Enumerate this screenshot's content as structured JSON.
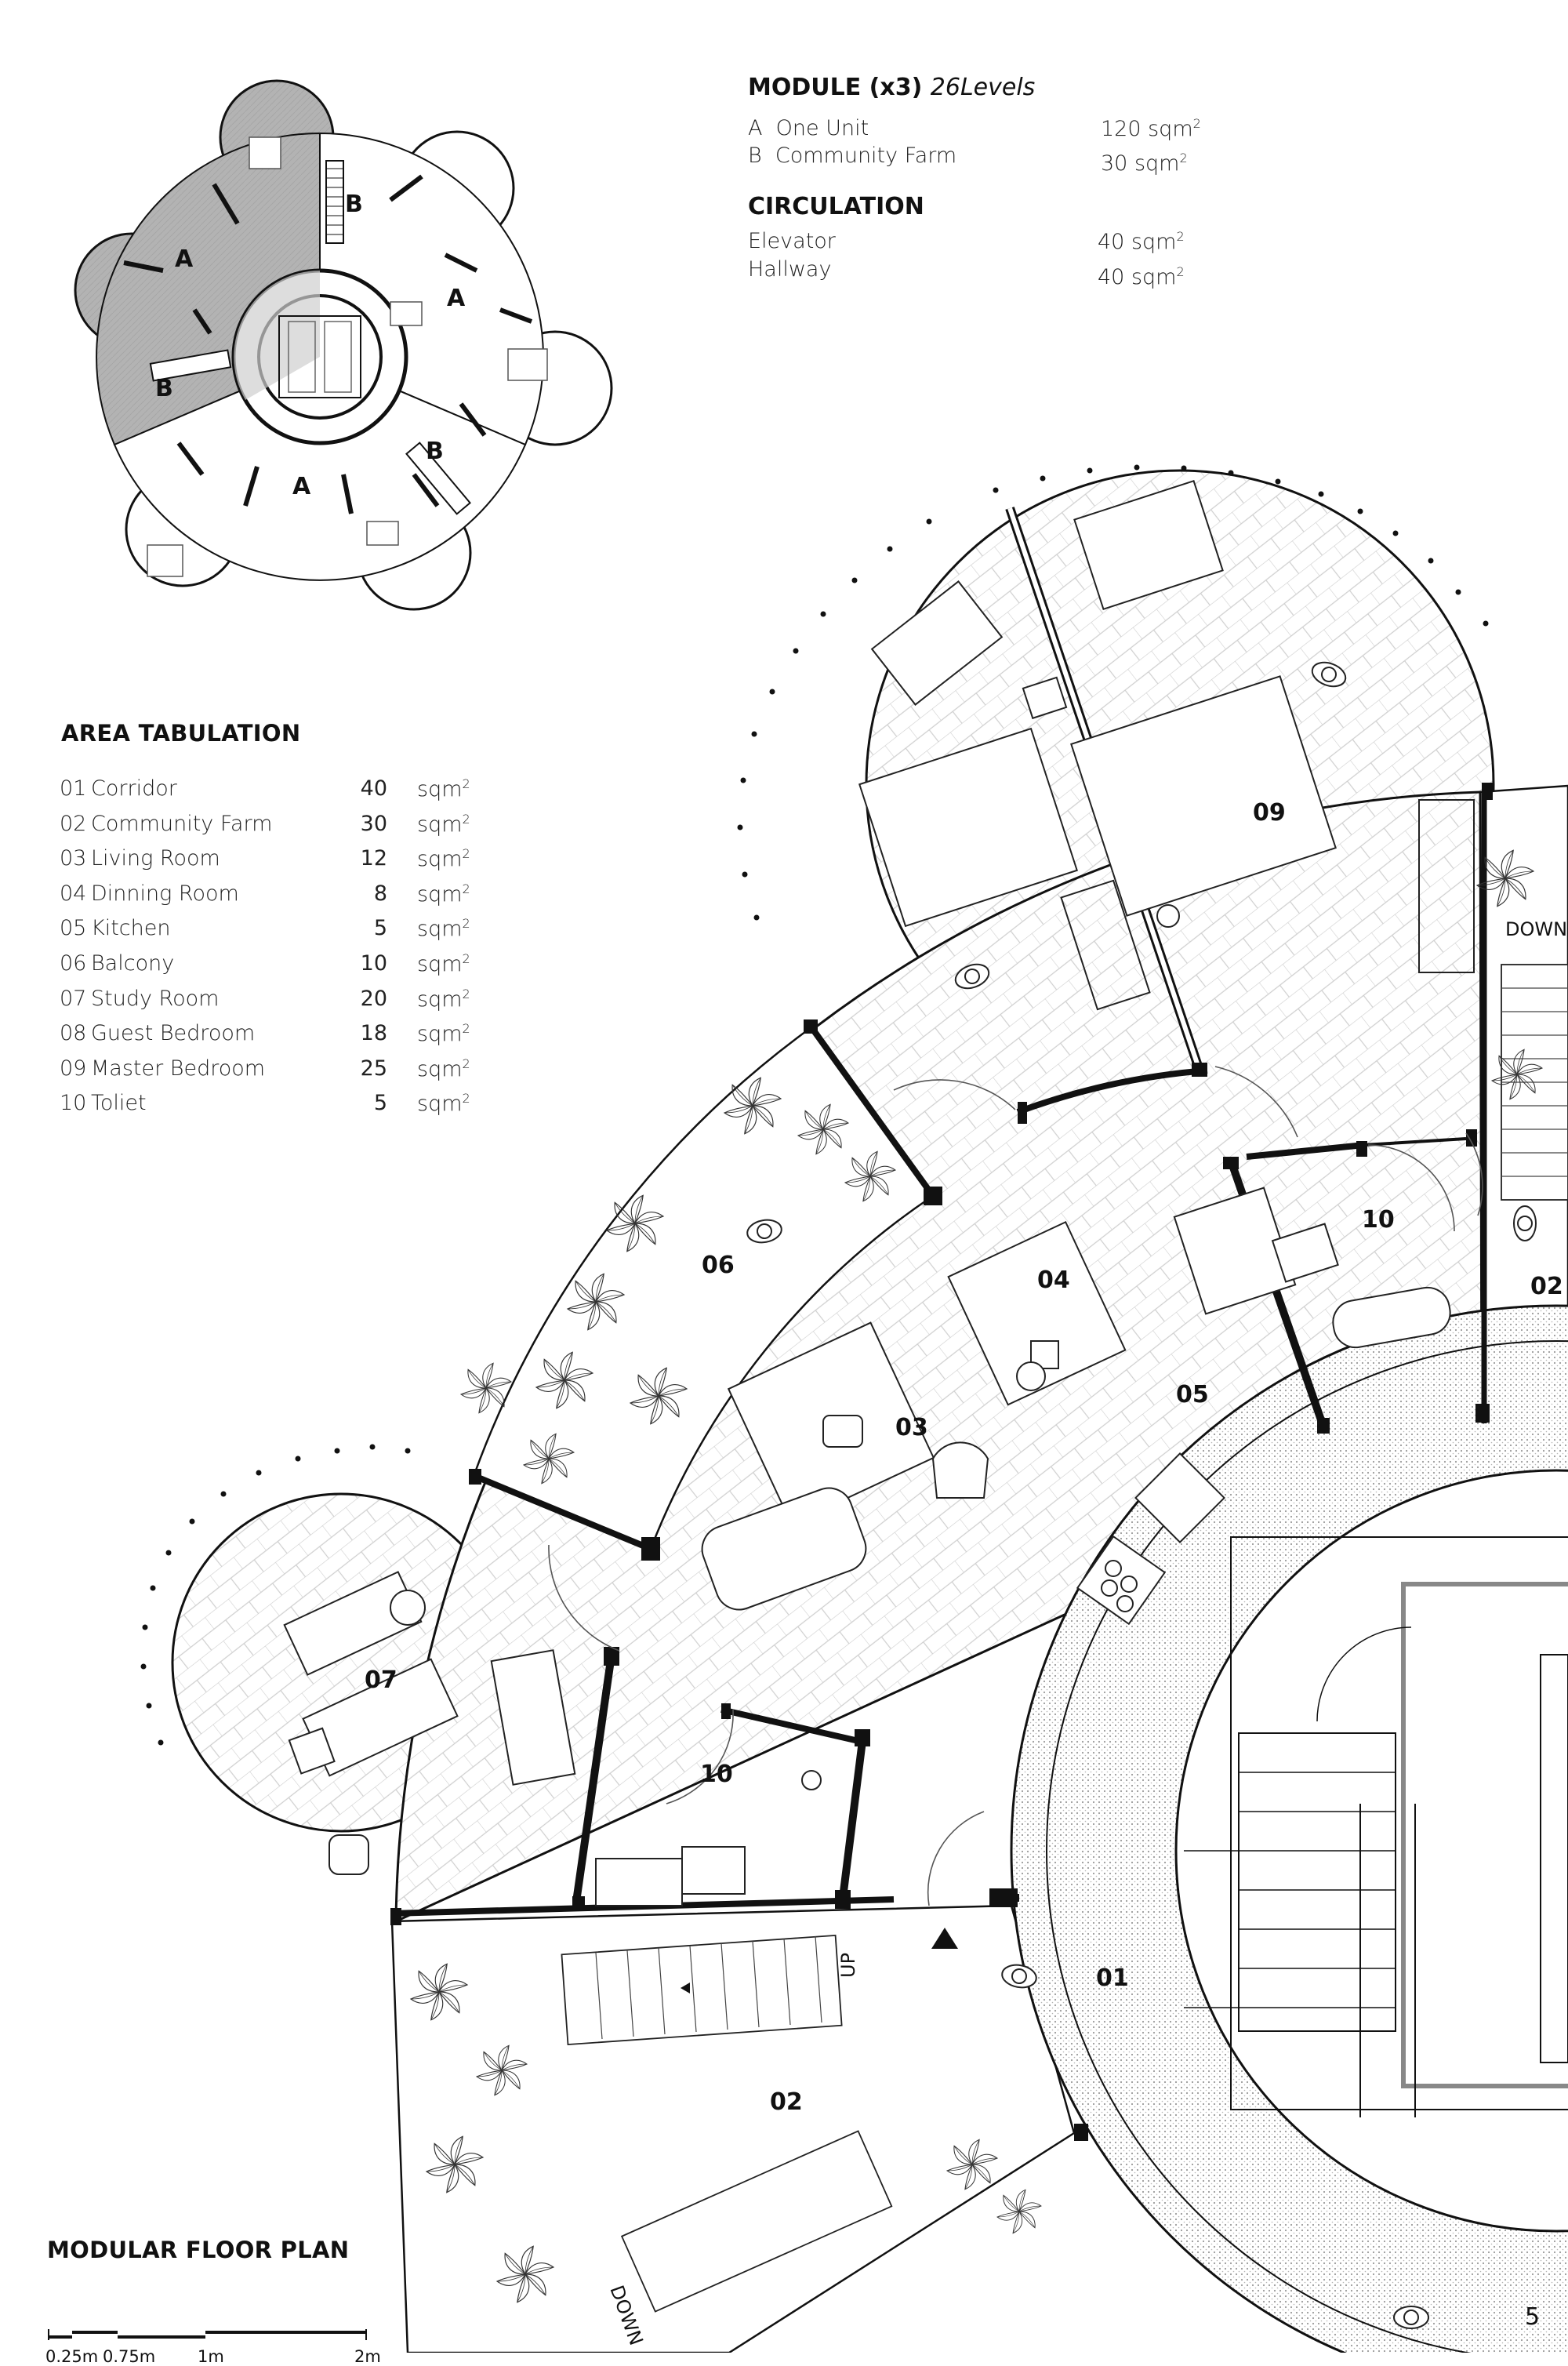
{
  "module": {
    "title": "MODULE (x3)",
    "subtitle": "26Levels",
    "items": [
      {
        "letter": "A",
        "name": "One Unit",
        "value": "120 sqm",
        "unit_sup": "2"
      },
      {
        "letter": "B",
        "name": "Community Farm",
        "value": "30 sqm",
        "unit_sup": "2"
      }
    ]
  },
  "circulation": {
    "title": "CIRCULATION",
    "items": [
      {
        "name": "Elevator",
        "value": "40 sqm",
        "unit_sup": "2"
      },
      {
        "name": "Hallway",
        "value": "40 sqm",
        "unit_sup": "2"
      }
    ]
  },
  "area_tabulation": {
    "title": "AREA TABULATION",
    "rows": [
      {
        "num": "01",
        "name": "Corridor",
        "value": "40",
        "unit": "sqm",
        "unit_sup": "2"
      },
      {
        "num": "02",
        "name": "Community Farm",
        "value": "30",
        "unit": "sqm",
        "unit_sup": "2"
      },
      {
        "num": "03",
        "name": "Living Room",
        "value": "12",
        "unit": "sqm",
        "unit_sup": "2"
      },
      {
        "num": "04",
        "name": "Dinning Room",
        "value": "8",
        "unit": "sqm",
        "unit_sup": "2"
      },
      {
        "num": "05",
        "name": "Kitchen",
        "value": "5",
        "unit": "sqm",
        "unit_sup": "2"
      },
      {
        "num": "06",
        "name": "Balcony",
        "value": "10",
        "unit": "sqm",
        "unit_sup": "2"
      },
      {
        "num": "07",
        "name": "Study Room",
        "value": "20",
        "unit": "sqm",
        "unit_sup": "2"
      },
      {
        "num": "08",
        "name": "Guest Bedroom",
        "value": "18",
        "unit": "sqm",
        "unit_sup": "2"
      },
      {
        "num": "09",
        "name": "Master Bedroom",
        "value": "25",
        "unit": "sqm",
        "unit_sup": "2"
      },
      {
        "num": "10",
        "name": "Toliet",
        "value": "5",
        "unit": "sqm",
        "unit_sup": "2"
      }
    ]
  },
  "key_plan_labels": [
    "A",
    "B",
    "A",
    "B",
    "A",
    "B"
  ],
  "plan_labels": {
    "r01": "01",
    "r02a": "02",
    "r02b": "02",
    "r03": "03",
    "r04": "04",
    "r05": "05",
    "r06": "06",
    "r07": "07",
    "r09": "09",
    "r10a": "10",
    "r10b": "10",
    "down1": "DOWN",
    "down2": "DOWN",
    "up": "UP"
  },
  "footer": {
    "title": "MODULAR FLOOR PLAN",
    "scale": [
      "0.25m",
      "0.75m",
      "1m",
      "2m"
    ],
    "page": "5"
  },
  "colors": {
    "ink": "#111111",
    "shade": "#b3b3b3",
    "hatch": "#c8c8c8",
    "paper": "#ffffff"
  }
}
